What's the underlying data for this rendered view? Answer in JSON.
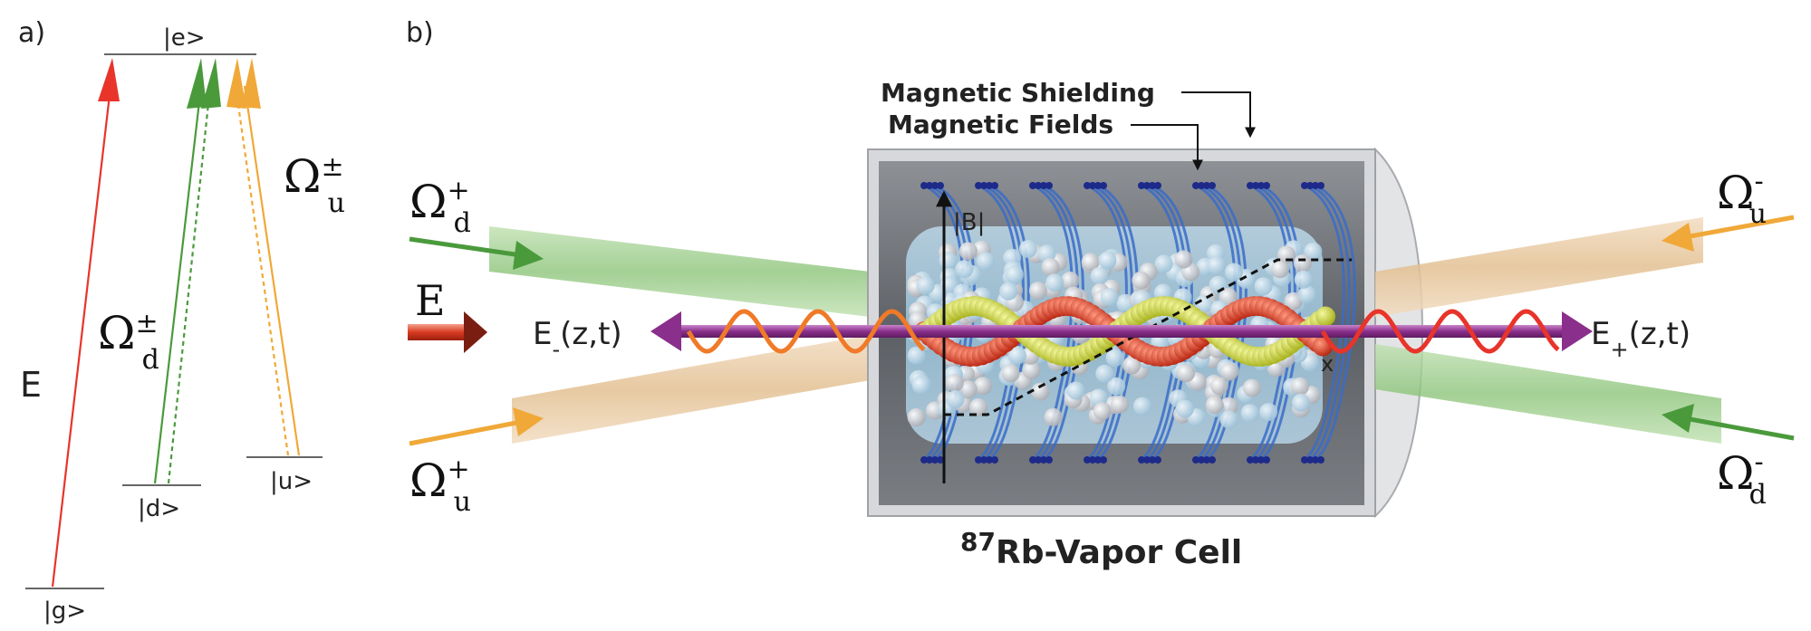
{
  "panel_a": {
    "label": "a)",
    "level_e": "|e>",
    "level_g": "|g>",
    "level_d": "|d>",
    "level_u": "|u>",
    "probe": "E",
    "coupling_u": {
      "base": "Ω",
      "sup": "±",
      "sub": "u"
    },
    "coupling_d": {
      "base": "Ω",
      "sup": "±",
      "sub": "d"
    }
  },
  "panel_b": {
    "label": "b)",
    "shielding": "Magnetic Shielding",
    "fields": "Magnetic Fields",
    "b_field": "|B|",
    "x_axis": "x",
    "cell_isotope": "87",
    "cell_name": "Rb-Vapor Cell",
    "probe": "E",
    "e_minus": {
      "base": "E",
      "sub": "-",
      "arg": "(z,t)"
    },
    "e_plus": {
      "base": "E",
      "sub": "+",
      "arg": "(z,t)"
    },
    "omega_d_plus": {
      "base": "Ω",
      "sup": "+",
      "sub": "d"
    },
    "omega_u_plus": {
      "base": "Ω",
      "sup": "+",
      "sub": "u"
    },
    "omega_u_minus": {
      "base": "Ω",
      "sup": "-",
      "sub": "u"
    },
    "omega_d_minus": {
      "base": "Ω",
      "sup": "-",
      "sub": "d"
    }
  },
  "colors": {
    "probe_red": "#e8342a",
    "coupling_green": "#4a9a3c",
    "coupling_orange": "#f0a838",
    "beam_purple": "#8a2f8c",
    "coil_blue": "#3a6cc8",
    "atom_red": "#d8321e",
    "atom_yellow": "#c8d430"
  }
}
